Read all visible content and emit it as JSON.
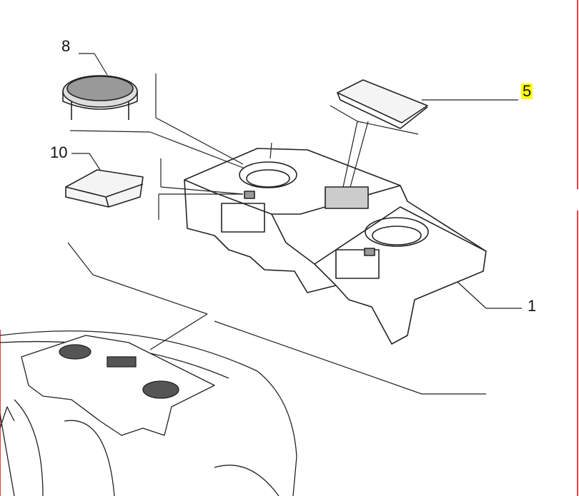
{
  "callouts": {
    "c8": "8",
    "c10": "10",
    "c5": "5",
    "c1": "1"
  },
  "colors": {
    "highlight": "#ffff00",
    "frame": "#e00000",
    "line": "#222222"
  }
}
